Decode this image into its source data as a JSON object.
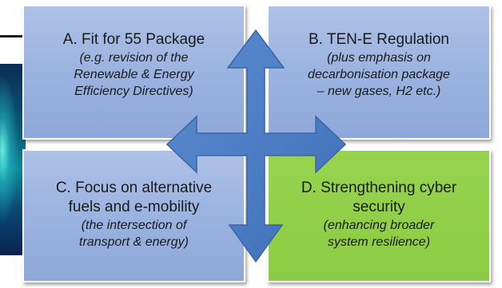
{
  "quadrants": {
    "a": {
      "title": "A. Fit for 55 Package",
      "subtitle": "(e.g. revision of the\nRenewable & Energy\nEfficiency Directives)"
    },
    "b": {
      "title": "B. TEN-E Regulation",
      "subtitle": "(plus emphasis on\ndecarbonisation package\n– new gases, H2 etc.)"
    },
    "c": {
      "title": "C. Focus on alternative\nfuels and e-mobility",
      "subtitle": "(the intersection of\ntransport & energy)"
    },
    "d": {
      "title": "D. Strengthening cyber\nsecurity",
      "subtitle": "(enhancing broader\nsystem resilience)"
    }
  },
  "colors": {
    "quadrant_blue": "#9bb3e0",
    "quadrant_green": "#8ccc43",
    "arrow_fill": "#4f7fc4",
    "arrow_stroke": "#3a64a6"
  },
  "icons": {
    "arrows": "four-way-cross-arrow-icon"
  }
}
